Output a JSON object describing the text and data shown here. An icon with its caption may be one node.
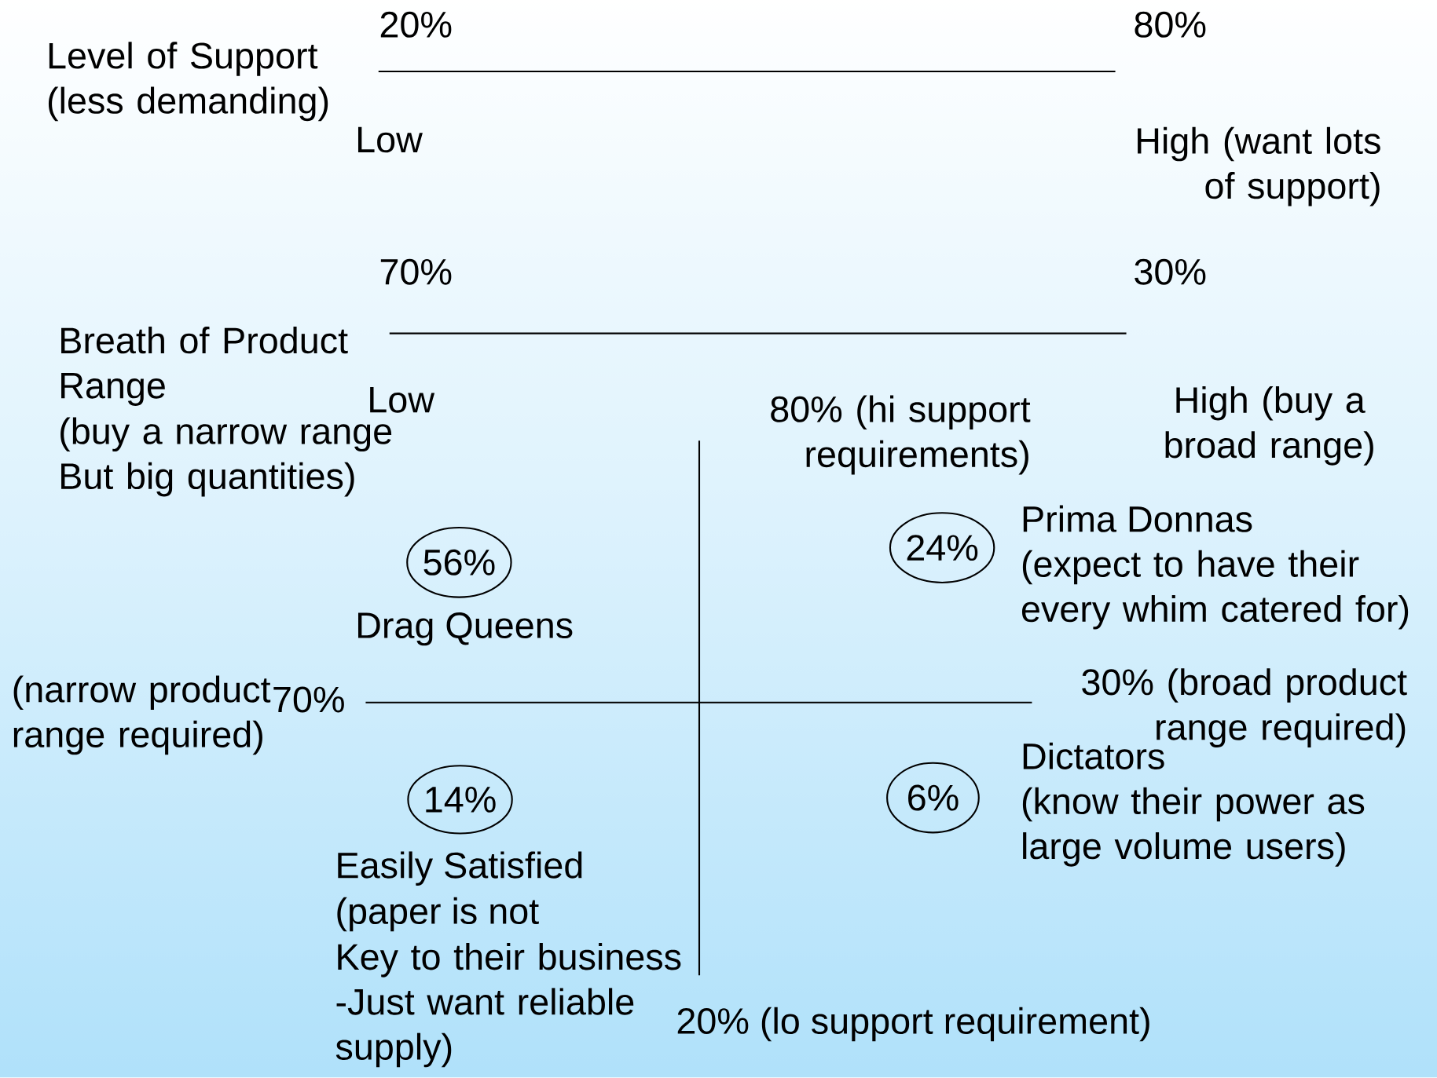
{
  "diagram": {
    "nodes": [
      {
        "text": [
          "56%"
        ],
        "beside": [
          "Drag Queens"
        ]
      },
      {
        "text": [
          "24%"
        ],
        "beside": [
          "Prima Donnas",
          "(expect to have their every whim catered for)"
        ]
      },
      {
        "text": [
          "14%"
        ],
        "beside": [
          "Easily Satisfied",
          "(paper is not",
          "Key to their business -Just want reliable supply)"
        ]
      },
      {
        "text": [
          "6%"
        ],
        "beside": [
          "Dictators",
          "(know their power as large volume users)"
        ]
      }
    ],
    "labels": [
      "20%",
      "80%",
      "Level of Support (less demanding)",
      "Low",
      "High (want lots of support)",
      "70%",
      "30%",
      "Breath of Product Range",
      "(buy a narrow range But big quantities)",
      "Low",
      "80% (hi support requirements)",
      "High (buy a broad range)",
      "(narrow product range required)",
      "70%",
      "30% (broad product range required)",
      "20% (lo support requirement)"
    ]
  }
}
